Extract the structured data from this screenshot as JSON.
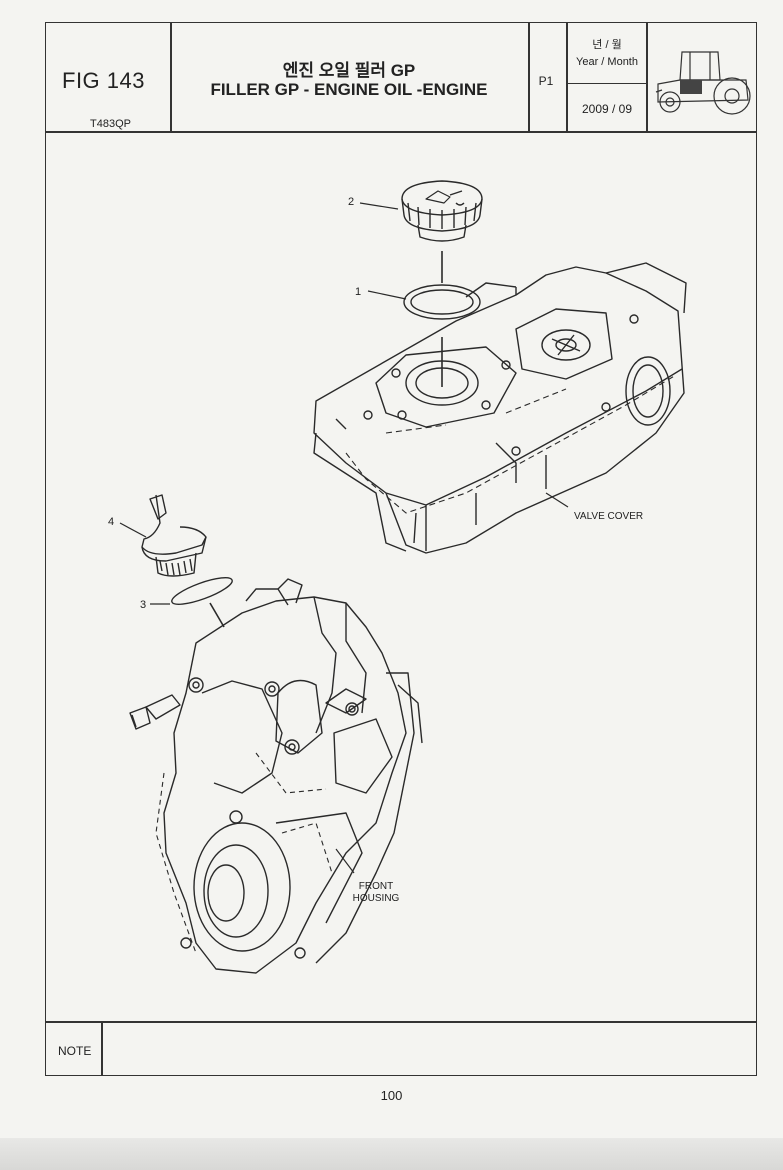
{
  "header": {
    "fig_number": "FIG 143",
    "fig_code": "T483QP",
    "title_ko": "엔진 오일 필러 GP",
    "title_en": "FILLER GP - ENGINE OIL -ENGINE",
    "page_tag": "P1",
    "year_month_ko": "년 / 월",
    "year_month_en": "Year / Month",
    "year_month_value": "2009  / 09",
    "thumbnail_icon": "tractor-icon"
  },
  "diagram": {
    "callouts": [
      {
        "number": "1"
      },
      {
        "number": "2"
      },
      {
        "number": "3"
      },
      {
        "number": "4"
      }
    ],
    "labels": {
      "valve_cover": "VALVE COVER",
      "front_housing_line1": "FRONT",
      "front_housing_line2": "HOUSING"
    }
  },
  "footer": {
    "note_label": "NOTE",
    "page_number": "100"
  }
}
